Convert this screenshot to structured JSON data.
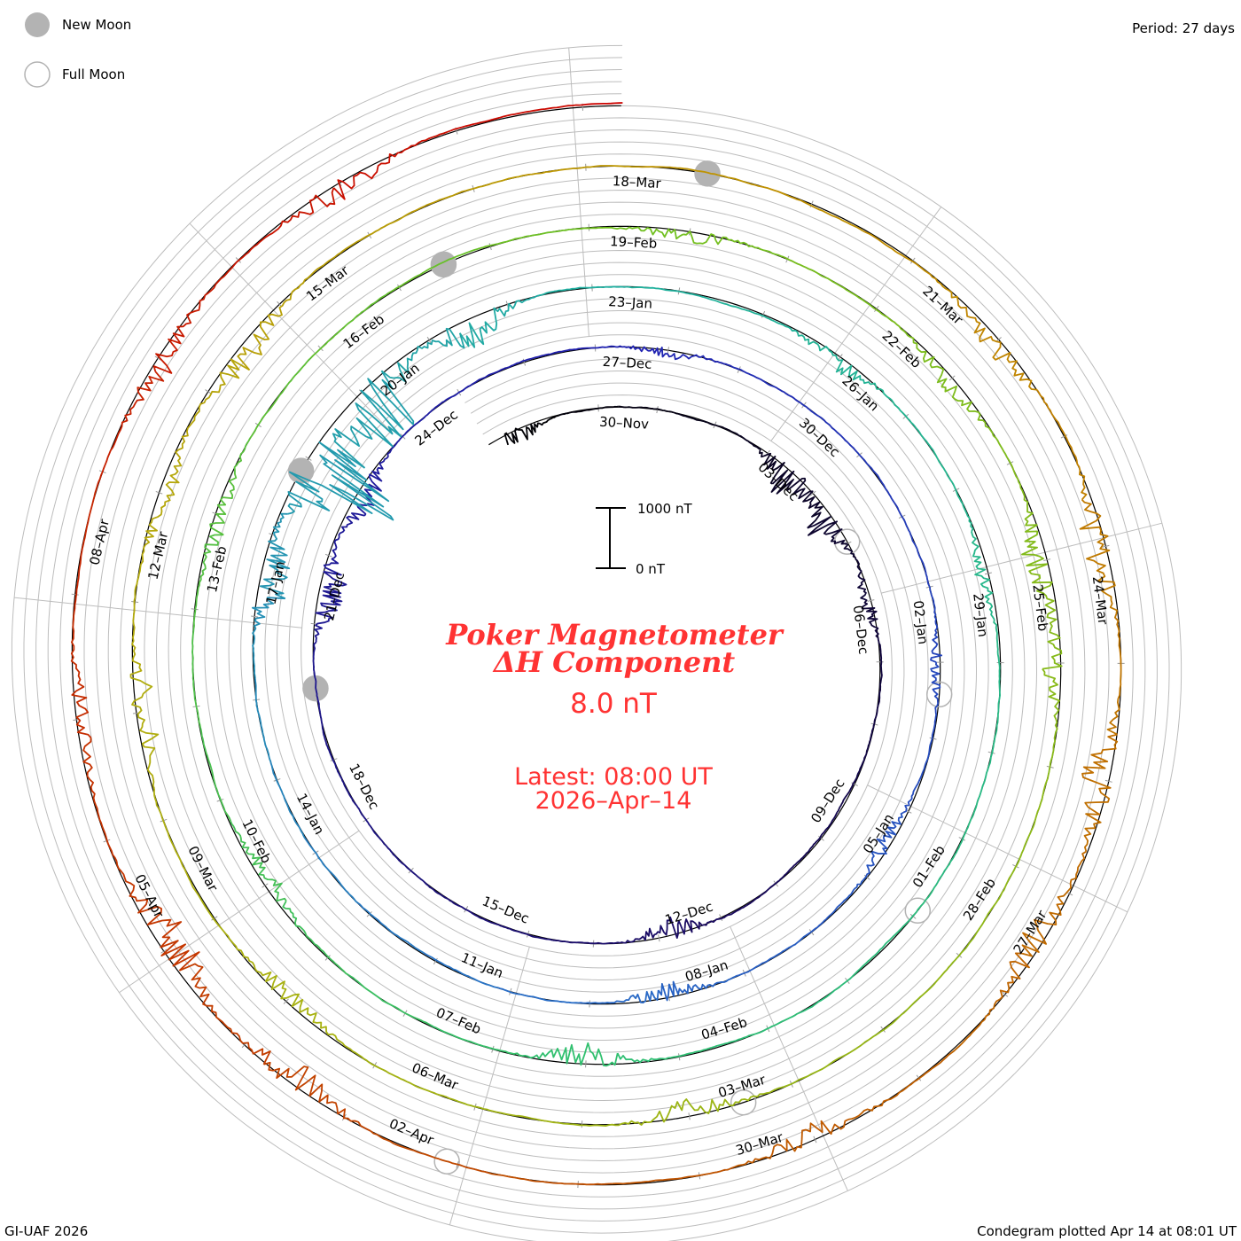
{
  "legend": {
    "new_moon": "New Moon",
    "full_moon": "Full Moon"
  },
  "period": "Period: 27 days",
  "footer_left": "GI-UAF 2026",
  "footer_right": "Condegram plotted Apr 14 at 08:01 UT",
  "scale": {
    "top_label": "1000 nT",
    "bottom_label": "0 nT",
    "top_value": 1000,
    "bottom_value": 0
  },
  "center": {
    "title1": "Poker Magnetometer",
    "title2": "ΔH Component",
    "value": "8.0 nT",
    "latest1": "Latest: 08:00 UT",
    "latest2": "2026–Apr–14"
  },
  "chart_data": {
    "type": "condegram",
    "title": "Poker Magnetometer ΔH Component",
    "period_days": 27,
    "start_date": "2025-11-28",
    "end_date": "2026-04-14 08:00",
    "units": "nT",
    "day_offset_reference": "30-Nov",
    "date_labels": [
      {
        "text": "30–Nov",
        "day": 0
      },
      {
        "text": "03–Dec",
        "day": 3
      },
      {
        "text": "06–Dec",
        "day": 6
      },
      {
        "text": "09–Dec",
        "day": 9
      },
      {
        "text": "12–Dec",
        "day": 12
      },
      {
        "text": "15–Dec",
        "day": 15
      },
      {
        "text": "18–Dec",
        "day": 18
      },
      {
        "text": "21–Dec",
        "day": 21
      },
      {
        "text": "24–Dec",
        "day": 24
      },
      {
        "text": "27–Dec",
        "day": 27
      },
      {
        "text": "30–Dec",
        "day": 30
      },
      {
        "text": "02–Jan",
        "day": 33
      },
      {
        "text": "05–Jan",
        "day": 36
      },
      {
        "text": "08–Jan",
        "day": 39
      },
      {
        "text": "11–Jan",
        "day": 42
      },
      {
        "text": "14–Jan",
        "day": 45
      },
      {
        "text": "17–Jan",
        "day": 48
      },
      {
        "text": "20–Jan",
        "day": 51
      },
      {
        "text": "23–Jan",
        "day": 54
      },
      {
        "text": "26–Jan",
        "day": 57
      },
      {
        "text": "29–Jan",
        "day": 60
      },
      {
        "text": "01–Feb",
        "day": 63
      },
      {
        "text": "04–Feb",
        "day": 66
      },
      {
        "text": "07–Feb",
        "day": 69
      },
      {
        "text": "10–Feb",
        "day": 72
      },
      {
        "text": "13–Feb",
        "day": 75
      },
      {
        "text": "16–Feb",
        "day": 78
      },
      {
        "text": "19–Feb",
        "day": 81
      },
      {
        "text": "22–Feb",
        "day": 84
      },
      {
        "text": "25–Feb",
        "day": 87
      },
      {
        "text": "28–Feb",
        "day": 90
      },
      {
        "text": "03–Mar",
        "day": 93
      },
      {
        "text": "06–Mar",
        "day": 96
      },
      {
        "text": "09–Mar",
        "day": 99
      },
      {
        "text": "12–Mar",
        "day": 102
      },
      {
        "text": "15–Mar",
        "day": 105
      },
      {
        "text": "18–Mar",
        "day": 108
      },
      {
        "text": "21–Mar",
        "day": 111
      },
      {
        "text": "24–Mar",
        "day": 114
      },
      {
        "text": "27–Mar",
        "day": 117
      },
      {
        "text": "30–Mar",
        "day": 120
      },
      {
        "text": "02–Apr",
        "day": 123
      },
      {
        "text": "05–Apr",
        "day": 126
      },
      {
        "text": "08–Apr",
        "day": 129
      }
    ],
    "moons": [
      {
        "type": "full",
        "day": 4.97
      },
      {
        "type": "new",
        "day": 20.07
      },
      {
        "type": "full",
        "day": 34.42
      },
      {
        "type": "new",
        "day": 49.83
      },
      {
        "type": "full",
        "day": 63.92
      },
      {
        "type": "new",
        "day": 79.5
      },
      {
        "type": "full",
        "day": 93.48
      },
      {
        "type": "new",
        "day": 109.06
      },
      {
        "type": "full",
        "day": 123.09
      }
    ],
    "disturbances_nT": [
      [
        -1.5,
        250
      ],
      [
        3.5,
        550
      ],
      [
        4.5,
        500
      ],
      [
        6,
        250
      ],
      [
        12.8,
        350
      ],
      [
        21.5,
        500
      ],
      [
        23,
        400
      ],
      [
        28,
        150
      ],
      [
        34,
        200
      ],
      [
        36.5,
        250
      ],
      [
        40,
        300
      ],
      [
        48.5,
        600
      ],
      [
        50,
        1800
      ],
      [
        51,
        1400
      ],
      [
        52.5,
        500
      ],
      [
        57,
        250
      ],
      [
        60,
        200
      ],
      [
        68,
        350
      ],
      [
        72,
        250
      ],
      [
        76,
        300
      ],
      [
        82,
        200
      ],
      [
        85,
        250
      ],
      [
        87,
        400
      ],
      [
        88,
        300
      ],
      [
        94,
        300
      ],
      [
        98,
        250
      ],
      [
        101,
        400
      ],
      [
        103,
        300
      ],
      [
        104.5,
        400
      ],
      [
        112,
        300
      ],
      [
        114,
        450
      ],
      [
        116,
        500
      ],
      [
        117.5,
        400
      ],
      [
        120,
        300
      ],
      [
        124.5,
        400
      ],
      [
        126,
        600
      ],
      [
        128,
        250
      ],
      [
        131,
        350
      ],
      [
        133,
        300
      ]
    ],
    "color_stops": [
      {
        "day": -2,
        "color": "#000000"
      },
      {
        "day": 12,
        "color": "#1a0a60"
      },
      {
        "day": 27,
        "color": "#2020b0"
      },
      {
        "day": 42,
        "color": "#2a70c8"
      },
      {
        "day": 54,
        "color": "#20b0a0"
      },
      {
        "day": 68,
        "color": "#30c070"
      },
      {
        "day": 81,
        "color": "#70c020"
      },
      {
        "day": 100,
        "color": "#b0b010"
      },
      {
        "day": 110,
        "color": "#c09000"
      },
      {
        "day": 122,
        "color": "#c05000"
      },
      {
        "day": 136,
        "color": "#cc0000"
      }
    ]
  }
}
